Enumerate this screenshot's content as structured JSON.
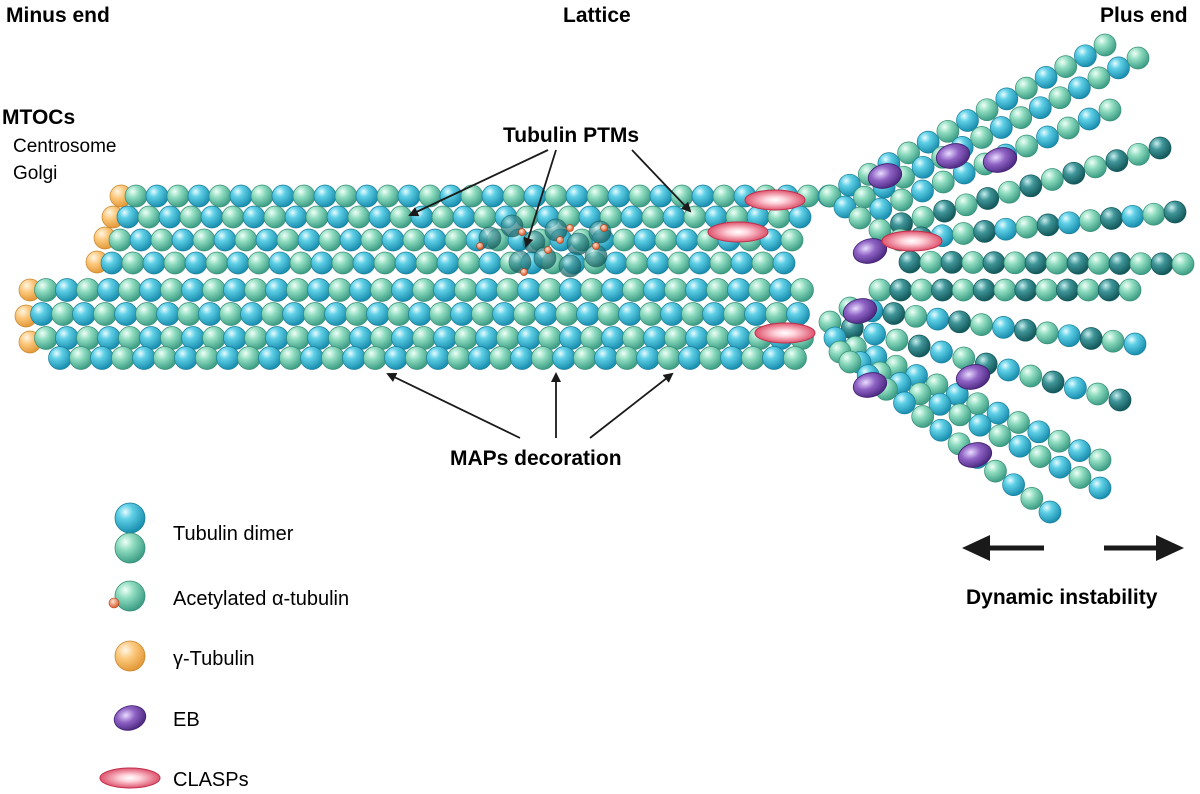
{
  "labels": {
    "minus_end": "Minus end",
    "lattice": "Lattice",
    "plus_end": "Plus end",
    "mtocs": "MTOCs",
    "centrosome": "Centrosome",
    "golgi": "Golgi",
    "tubulin_ptms": "Tubulin PTMs",
    "maps_decoration": "MAPs decoration",
    "dynamic_instability": "Dynamic instability"
  },
  "legend": [
    {
      "label": "Tubulin dimer",
      "icon": "tubulin-dimer-icon"
    },
    {
      "label": "Acetylated α-tubulin",
      "icon": "acetylated-tubulin-icon"
    },
    {
      "label": "γ-Tubulin",
      "icon": "gamma-tubulin-icon"
    },
    {
      "label": "EB",
      "icon": "eb-icon"
    },
    {
      "label": "CLASPs",
      "icon": "clasps-icon"
    }
  ],
  "colors": {
    "beta_tubulin": "#2ab4cf",
    "alpha_tubulin": "#6fcdb0",
    "dark_tubulin": "#1f6f70",
    "gamma_tubulin": "#f5b45a",
    "eb": "#7b4fb0",
    "clasp": "#e0506a",
    "acetyl": "#e87a4a"
  }
}
